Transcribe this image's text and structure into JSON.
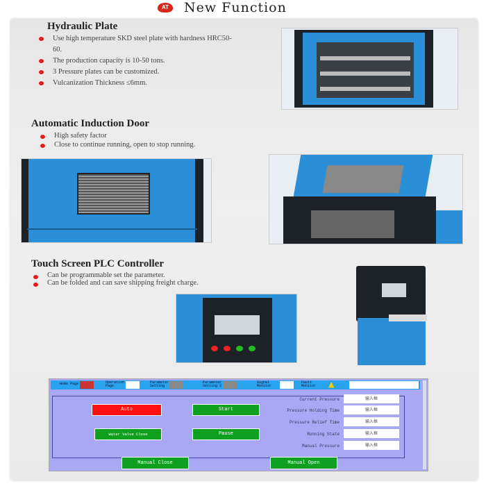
{
  "header": {
    "logo_text": "AT",
    "title": "New Function"
  },
  "sections": [
    {
      "heading": "Hydraulic Plate",
      "bullets": [
        "Use high temperature SKD steel plate with hardness HRC50-60.",
        "The production capacity is 10-50 tons.",
        "3 Pressure plates can be customized.",
        "Vulcanization Thickness ≤6mm."
      ]
    },
    {
      "heading": "Automatic Induction Door",
      "bullets": [
        "High safety factor",
        "Close to continue running, open to stop running."
      ]
    },
    {
      "heading": "Touch Screen PLC Controller",
      "bullets": [
        "Can be programmable set the parameter.",
        "Can be folded and can save shipping freight charge."
      ]
    }
  ],
  "hmi": {
    "tabs": [
      "Home Page",
      "Operation Page",
      "Parameter Setting",
      "Parameter Setting 2",
      "Signal Monitor",
      "Fault Monitor"
    ],
    "buttons": {
      "auto": "Auto",
      "start": "Start",
      "water_valve": "Water Valve Close",
      "pause": "Pause",
      "manual_close": "Manual Close",
      "manual_open": "Manual Open"
    },
    "fields": [
      {
        "label": "Current Pressure",
        "value": "输入框"
      },
      {
        "label": "Pressure Holding Time",
        "value": "输入框"
      },
      {
        "label": "Pressure Relief Time",
        "value": "输入框"
      },
      {
        "label": "Running State",
        "value": "输入框"
      },
      {
        "label": "Manual Pressure",
        "value": "输入框"
      }
    ],
    "colors": {
      "auto": "#ff1010",
      "green": "#10a020",
      "bg": "#a8a8f5"
    }
  }
}
